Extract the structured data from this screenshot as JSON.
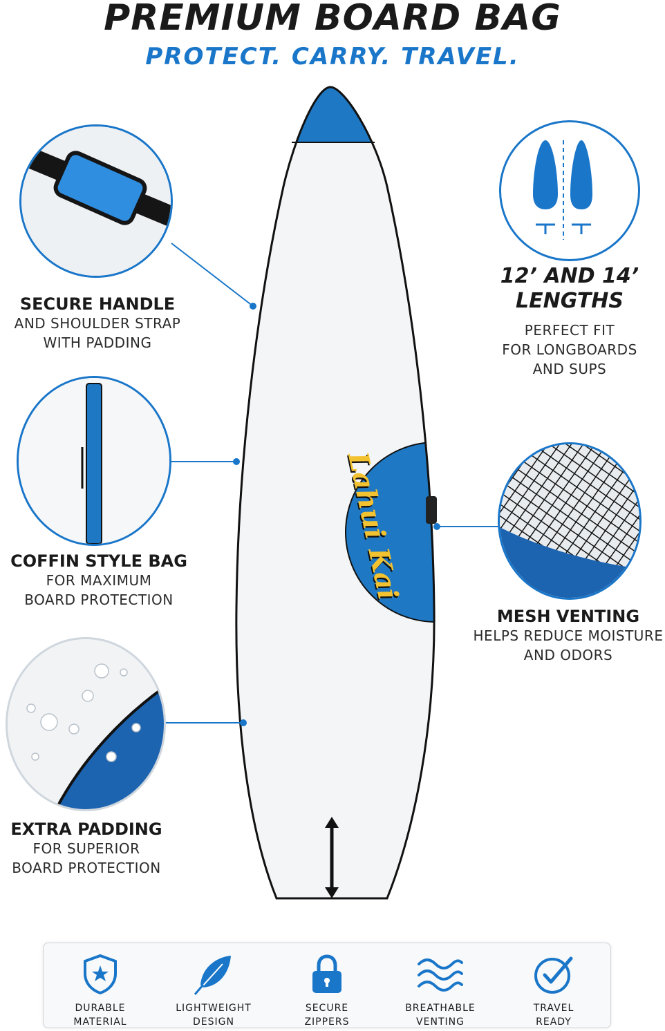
{
  "header": {
    "title": "PREMIUM BOARD BAG",
    "subtitle": "PROTECT. CARRY. TRAVEL."
  },
  "brand": {
    "logo_text": "Lahui Kai",
    "primary_color": "#1976c9",
    "accent_color": "#f2c230"
  },
  "features": {
    "handle": {
      "heading": "SECURE HANDLE",
      "line1": "AND SHOULDER STRAP",
      "line2": "WITH PADDING",
      "icon": "shoulder-strap-icon"
    },
    "coffin": {
      "heading": "COFFIN STYLE BAG",
      "line1": "FOR MAXIMUM",
      "line2": "BOARD PROTECTION",
      "icon": "coffin-bag-icon"
    },
    "padding": {
      "heading": "EXTRA PADDING",
      "line1": "FOR SUPERIOR",
      "line2": "BOARD PROTECTION",
      "icon": "water-droplets-icon"
    },
    "lengths": {
      "heading1": "12’ AND 14’",
      "heading2": "LENGTHS",
      "line1": "PERFECT FIT",
      "line2": "FOR LONGBOARDS",
      "line3": "AND SUPS",
      "icon": "surfboard-lengths-icon"
    },
    "mesh": {
      "heading": "MESH VENTING",
      "line1": "HELPS REDUCE MOISTURE",
      "line2": "AND ODORS",
      "icon": "mesh-net-icon"
    }
  },
  "bottom_bar": [
    {
      "line1": "DURABLE",
      "line2": "MATERIAL",
      "icon": "shield-star-icon"
    },
    {
      "line1": "LIGHTWEIGHT",
      "line2": "DESIGN",
      "icon": "feather-icon"
    },
    {
      "line1": "SECURE",
      "line2": "ZIPPERS",
      "icon": "padlock-icon"
    },
    {
      "line1": "BREATHABLE",
      "line2": "VENTING",
      "icon": "waves-icon"
    },
    {
      "line1": "TRAVEL",
      "line2": "READY",
      "icon": "check-circle-icon"
    }
  ]
}
